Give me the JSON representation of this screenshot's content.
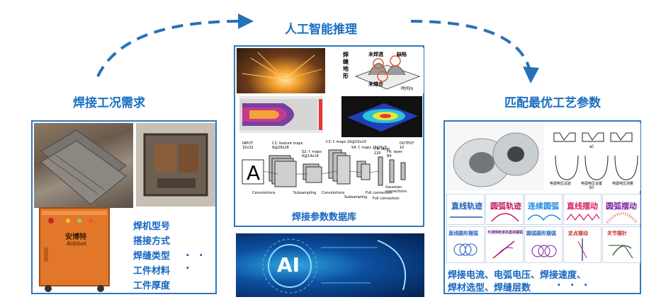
{
  "titles": {
    "inference": "人工智能推理",
    "requirement": "焊接工况需求",
    "optimal": "匹配最优工艺参数",
    "database": "焊接参数数据库"
  },
  "left_panel": {
    "machine_brand": "安博特",
    "machine_brand_en": "Aiibbot",
    "items": [
      "焊机型号",
      "搭接方式",
      "焊缝类型",
      "工件材料",
      "工件厚度"
    ],
    "ellipsis": "· · ·"
  },
  "center_panel": {
    "plot_labels": {
      "v_axis": [
        "焊",
        "缝",
        "地",
        "形"
      ],
      "underfill": "未焊透",
      "overfill": "未熔合",
      "defect": "缺陷",
      "axis": "时间/s"
    },
    "cnn": {
      "input": "INPUT\n32x32",
      "c1": "C1: feature maps\n6@28x28",
      "s2": "S2: f. maps\n6@14x14",
      "c3": "C3: f. maps 16@10x10",
      "s4": "S4: f. maps 16@5x5",
      "c5": "C5: layer\n120",
      "f6": "F6: layer\n84",
      "output": "OUTPUT\n10",
      "conv1": "Convolutions",
      "sub1": "Subsampling",
      "conv2": "Convolutions",
      "sub2": "Subsampling",
      "full": "Full connection",
      "full2": "Full connection",
      "gauss": "Gaussian connections"
    },
    "ai_label": "AI"
  },
  "right_panel": {
    "weave_labels": [
      "直线轨迹",
      "圆弧轨迹",
      "连续圆弧",
      "直线摆动",
      "圆弧摆动",
      "直线圆形摆弧",
      "可调焊枪姿态直线摆弧",
      "圆弧圆形摆弧",
      "定点摆动",
      "关节摆针"
    ],
    "joint_caption_a": "a)",
    "joint_caption_b": "b)",
    "joint_text_1": "电弧电压试验",
    "joint_text_2": "电弧电压设置",
    "joint_text_3": "电弧电压测量",
    "output_line1": "焊接电流、电弧电压、焊接速度、",
    "output_line2": "焊材选型、焊缝层数",
    "output_dots": "· · ·"
  },
  "colors": {
    "accent": "#1a6fc0",
    "border": "#2f78bf",
    "orange": "#e2772a"
  }
}
